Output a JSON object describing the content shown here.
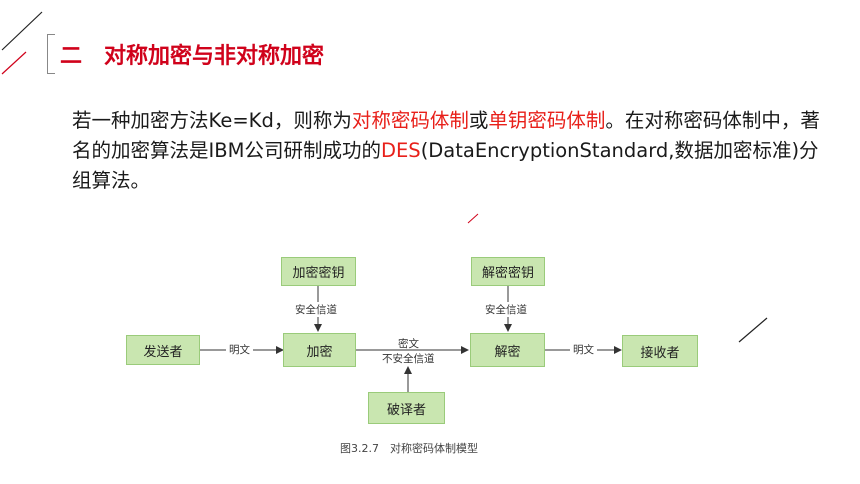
{
  "heading": {
    "number": "二",
    "title": "对称加密与非对称加密"
  },
  "paragraph": {
    "t1": "若一种加密方法Ke=Kd，则称为",
    "h1": "对称密码体制",
    "t2": "或",
    "h2": "单钥密码体制",
    "t3": "。在对称密码体制中，著名的加密算法是IBM公司研制成功的",
    "h3": "DES",
    "t4": "(DataEncryptionStandard,数据加密标准)分组算法。"
  },
  "diagram": {
    "nodes": {
      "sender": "发送者",
      "encrypt_key": "加密密钥",
      "encrypt": "加密",
      "decrypt_key": "解密密钥",
      "decrypt": "解密",
      "receiver": "接收者",
      "attacker": "破译者"
    },
    "edges": {
      "plain1": "明文",
      "secure1": "安全信道",
      "cipher": "密文",
      "insecure": "不安全信道",
      "secure2": "安全信道",
      "plain2": "明文"
    },
    "caption": "图3.2.7　对称密码体制模型"
  },
  "colors": {
    "accent_red": "#d0021b",
    "highlight_red": "#e8201a",
    "box_fill": "#c9e6b0",
    "box_border": "#9acb7a"
  }
}
